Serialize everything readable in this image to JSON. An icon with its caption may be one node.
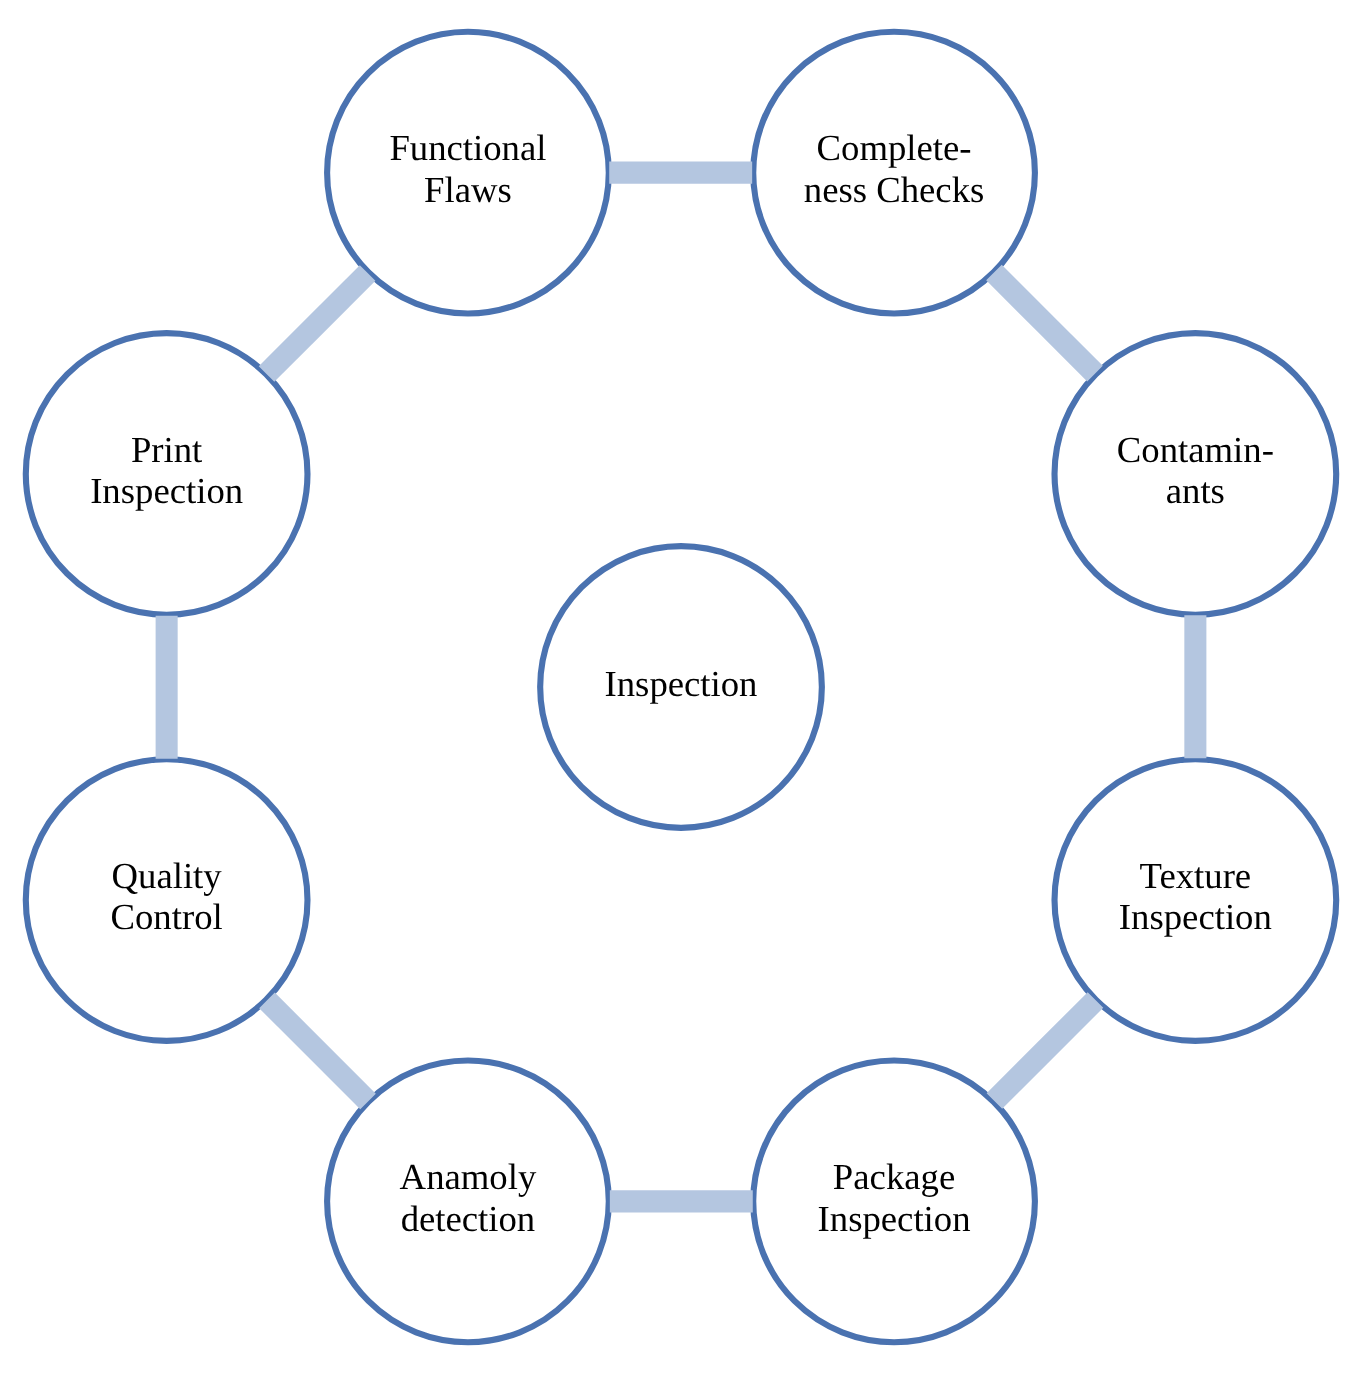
{
  "diagram": {
    "nodes": [
      {
        "text": [
          "Contamin- ants"
        ]
      },
      {
        "text": [
          "Complete- ness Checks"
        ]
      },
      {
        "text": [
          "Functional Flaws"
        ]
      },
      {
        "text": [
          "Print Inspection"
        ]
      },
      {
        "text": [
          "Quality Control"
        ]
      },
      {
        "text": [
          "Anamoly detection"
        ]
      },
      {
        "text": [
          "Package Inspection"
        ]
      },
      {
        "text": [
          "Texture Inspection"
        ]
      },
      {
        "text": [
          "Inspection"
        ]
      }
    ],
    "edges": [
      {
        "from": 0,
        "to": 1,
        "arrow": "none"
      },
      {
        "from": 1,
        "to": 2,
        "arrow": "none"
      },
      {
        "from": 2,
        "to": 3,
        "arrow": "none"
      },
      {
        "from": 3,
        "to": 4,
        "arrow": "none"
      },
      {
        "from": 4,
        "to": 5,
        "arrow": "none"
      },
      {
        "from": 5,
        "to": 6,
        "arrow": "none"
      },
      {
        "from": 6,
        "to": 7,
        "arrow": "none"
      },
      {
        "from": 7,
        "to": 0,
        "arrow": "none"
      }
    ]
  }
}
